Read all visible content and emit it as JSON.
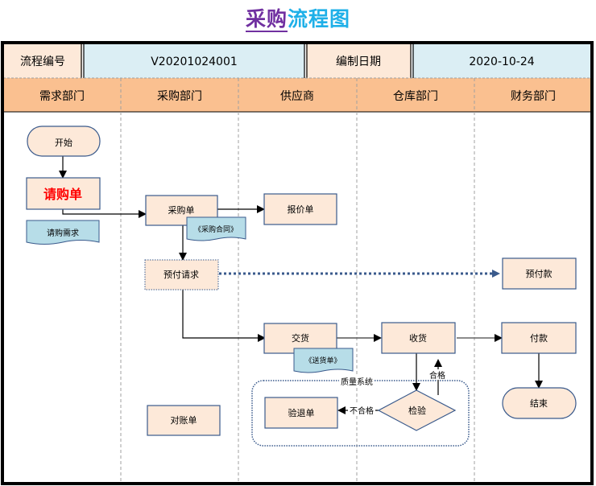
{
  "title": {
    "part1": "采购",
    "part2": "流程图"
  },
  "header": {
    "process_no_label": "流程编号",
    "process_no_value": "V20201024001",
    "date_label": "编制日期",
    "date_value": "2020-10-24"
  },
  "lanes": [
    "需求部门",
    "采购部门",
    "供应商",
    "仓库部门",
    "财务部门"
  ],
  "nodes": {
    "start": "开始",
    "purchase_request": "请购单",
    "request_need_doc": "请购需求",
    "purchase_order": "采购单",
    "contract_doc": "《采购合同》",
    "quotation": "报价单",
    "prepay_request": "预付请求",
    "prepayment": "预付款",
    "delivery": "交货",
    "delivery_note_doc": "《送货单》",
    "receive": "收货",
    "payment": "付款",
    "inspect": "检验",
    "return_note": "验退单",
    "reconcile": "对账单",
    "end": "结束"
  },
  "group_label": "质量系统",
  "edge_labels": {
    "pass": "合格",
    "fail": "不合格"
  },
  "colors": {
    "node_fill": "#fde9d9",
    "node_stroke": "#3a5a8c",
    "doc_fill": "#b7dde8",
    "header_label_fill": "#fde9d9",
    "header_value_fill": "#dbeef4",
    "lane_header_fill": "#fac090",
    "emphasis_text": "#ff0000"
  }
}
